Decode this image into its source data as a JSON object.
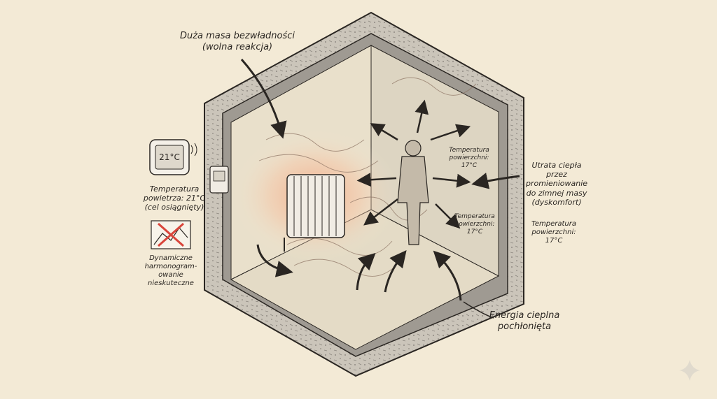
{
  "labels": {
    "thermal_mass": "Duża masa bezwładności\n(wolna reakcja)",
    "thermostat_display": "21°C",
    "air_temperature": "Temperatura\npowietrza: 21°C\n(cel osiągnięty)",
    "dynamic_scheduling": "Dynamiczne\nharmonogram-\nowanie\nnieskuteczne",
    "surface_temp_back": "Temperatura\npowierzchni:\n17°C",
    "surface_temp_side": "Temperatura\npowierzchni:\n17°C",
    "surface_temp_outer": "Temperatura\npowierzchni:\n17°C",
    "heat_loss": "Utrata ciepła\nprzez\npromieniowanie\ndo zimnej masy\n(dyskomfort)",
    "energy_absorbed": "Energia cieplna\npochłonięta"
  },
  "icons": [
    "thermostat-icon",
    "wall-panel-icon",
    "crossed-chart-icon",
    "sparkle-icon",
    "radiator-icon",
    "person-figure-icon"
  ],
  "colors": {
    "paper": "#f3ead6",
    "ink": "#2a2622",
    "concrete": "#c9c3b8",
    "heat_glow": "#f4a07c",
    "chart_cross": "#d9453b"
  }
}
